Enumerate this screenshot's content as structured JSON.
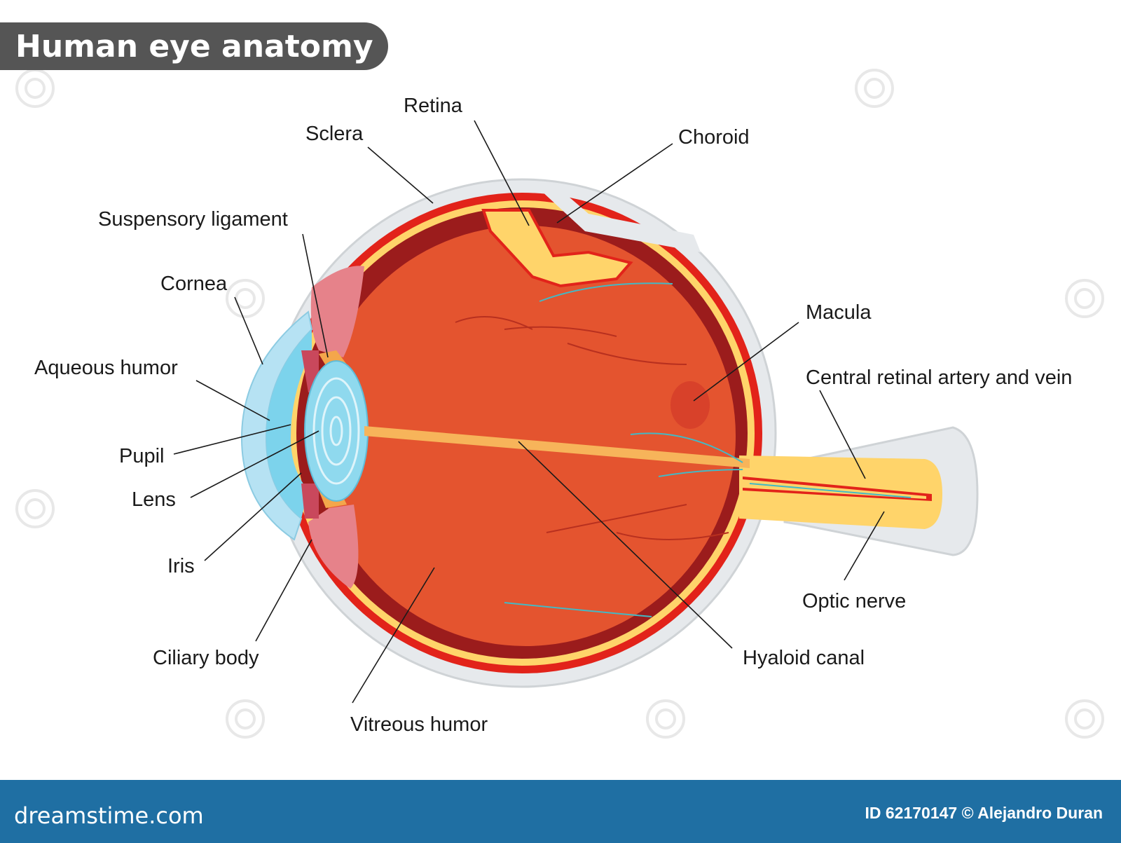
{
  "title": "Human eye anatomy",
  "labels": {
    "retina": "Retina",
    "sclera": "Sclera",
    "choroid": "Choroid",
    "suspensory_ligament": "Suspensory ligament",
    "cornea": "Cornea",
    "aqueous_humor": "Aqueous humor",
    "pupil": "Pupil",
    "lens": "Lens",
    "iris": "Iris",
    "ciliary_body": "Ciliary body",
    "vitreous_humor": "Vitreous humor",
    "hyaloid_canal": "Hyaloid canal",
    "optic_nerve": "Optic nerve",
    "macula": "Macula",
    "central_retinal": "Central retinal artery and vein"
  },
  "footer": {
    "brand": "dreamstime.com",
    "credit": "ID 62170147 © Alejandro Duran"
  },
  "colors": {
    "title_bg": "#555555",
    "footer_bg": "#1f6fa3",
    "sclera": "#e6e9ec",
    "choroid": "#e2231a",
    "retina": "#ffd46a",
    "dark_rim": "#9b1c1c",
    "vitreous": "#e4542f",
    "cornea": "#b6e2f3",
    "lens": "#8fd9ee",
    "ciliary": "#e6828a",
    "vessel": "#43b9c5"
  }
}
